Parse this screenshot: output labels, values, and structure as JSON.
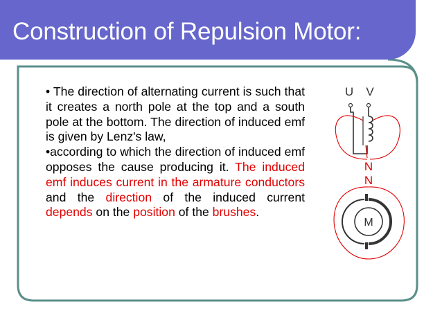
{
  "slide": {
    "title": "Construction of Repulsion Motor:",
    "paragraph1": "• The direction of alternating current is such that it creates a north pole at the top and a south pole at the bottom. The direction of induced emf is given by Lenz's law,",
    "paragraph2": {
      "t1": "•according to which the direction of induced emf opposes the cause producing it. ",
      "t2": "The induced emf induces current in the armature conductors",
      "t3": " and the ",
      "t4": "direction",
      "t5": " of the induced current ",
      "t6": "depends",
      "t7": " on the ",
      "t8": "position",
      "t9": " of the ",
      "t10": "brushes",
      "t11": "."
    }
  },
  "diagram": {
    "terminal_u": "U",
    "terminal_v": "V",
    "stator_pole_label": "N",
    "rotor_pole_label": "N",
    "armature_label": "M"
  },
  "colors": {
    "title_bar": "#6666cc",
    "frame_border": "#5b8f8a",
    "highlight_text": "#e00000",
    "flux_lines": "#e00000"
  }
}
